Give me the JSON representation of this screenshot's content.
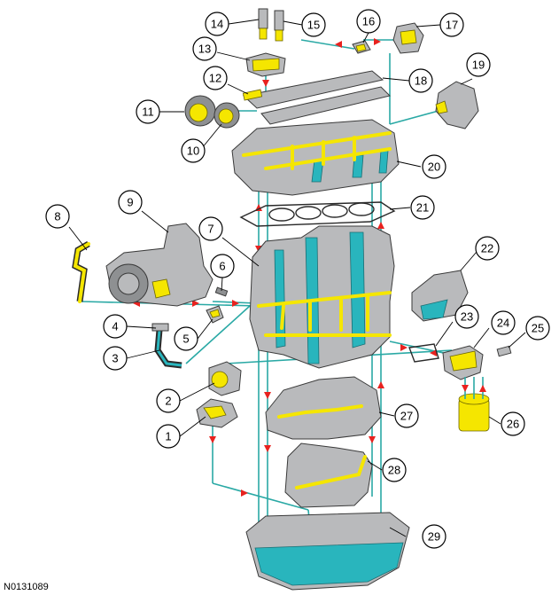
{
  "figure_id": "N0131089",
  "callouts": [
    "1",
    "2",
    "3",
    "4",
    "5",
    "6",
    "7",
    "8",
    "9",
    "10",
    "11",
    "12",
    "13",
    "14",
    "15",
    "16",
    "17",
    "18",
    "19",
    "20",
    "21",
    "22",
    "23",
    "24",
    "25",
    "26",
    "27",
    "28",
    "29"
  ],
  "colors": {
    "oil_pressure": "#f5e600",
    "oil_return": "#29b5bd",
    "flow_arrow": "#e8221f",
    "part_gray": "#b9babc"
  }
}
